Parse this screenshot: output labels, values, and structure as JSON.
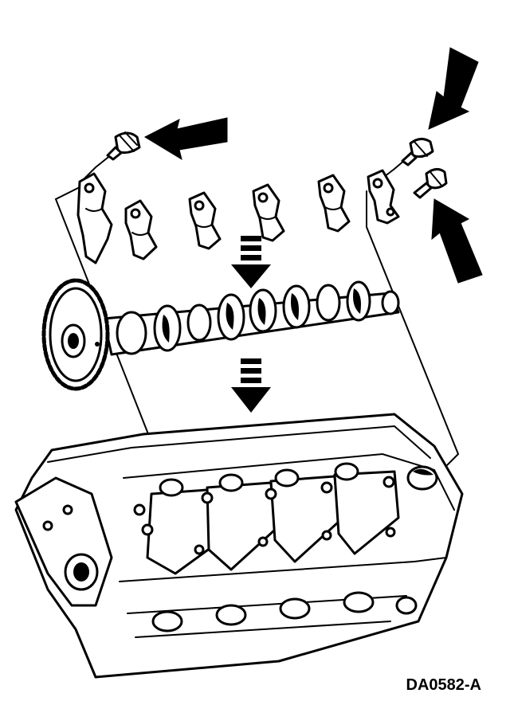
{
  "figure": {
    "id_label": "DA0582-A"
  },
  "colors": {
    "ink": "#000000",
    "background": "#ffffff"
  },
  "callouts": {
    "bolt_indicator_arrows": 3,
    "removal_direction_arrows": 2
  }
}
